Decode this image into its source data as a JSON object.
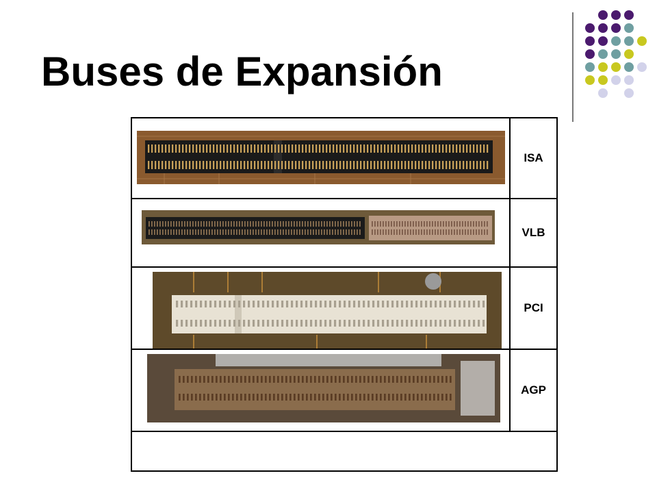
{
  "slide": {
    "title": "Buses de Expansión"
  },
  "buses": [
    {
      "label": "ISA"
    },
    {
      "label": "VLB"
    },
    {
      "label": "PCI"
    },
    {
      "label": "AGP"
    }
  ],
  "colors": {
    "purple": "#4b1a6e",
    "teal": "#6f9fa1",
    "lime": "#c8c81f",
    "lavender": "#d2d2ea",
    "divider": "#777777",
    "board_brown": "#8a5a2e",
    "pci_slot": "#e8e2d4",
    "agp_slot": "#8a6c4c"
  },
  "icons": {
    "decoration": "dot-grid-decoration",
    "photos": [
      "isa-slot-photo",
      "vlb-slot-photo",
      "pci-slot-photo",
      "agp-slot-photo"
    ]
  }
}
